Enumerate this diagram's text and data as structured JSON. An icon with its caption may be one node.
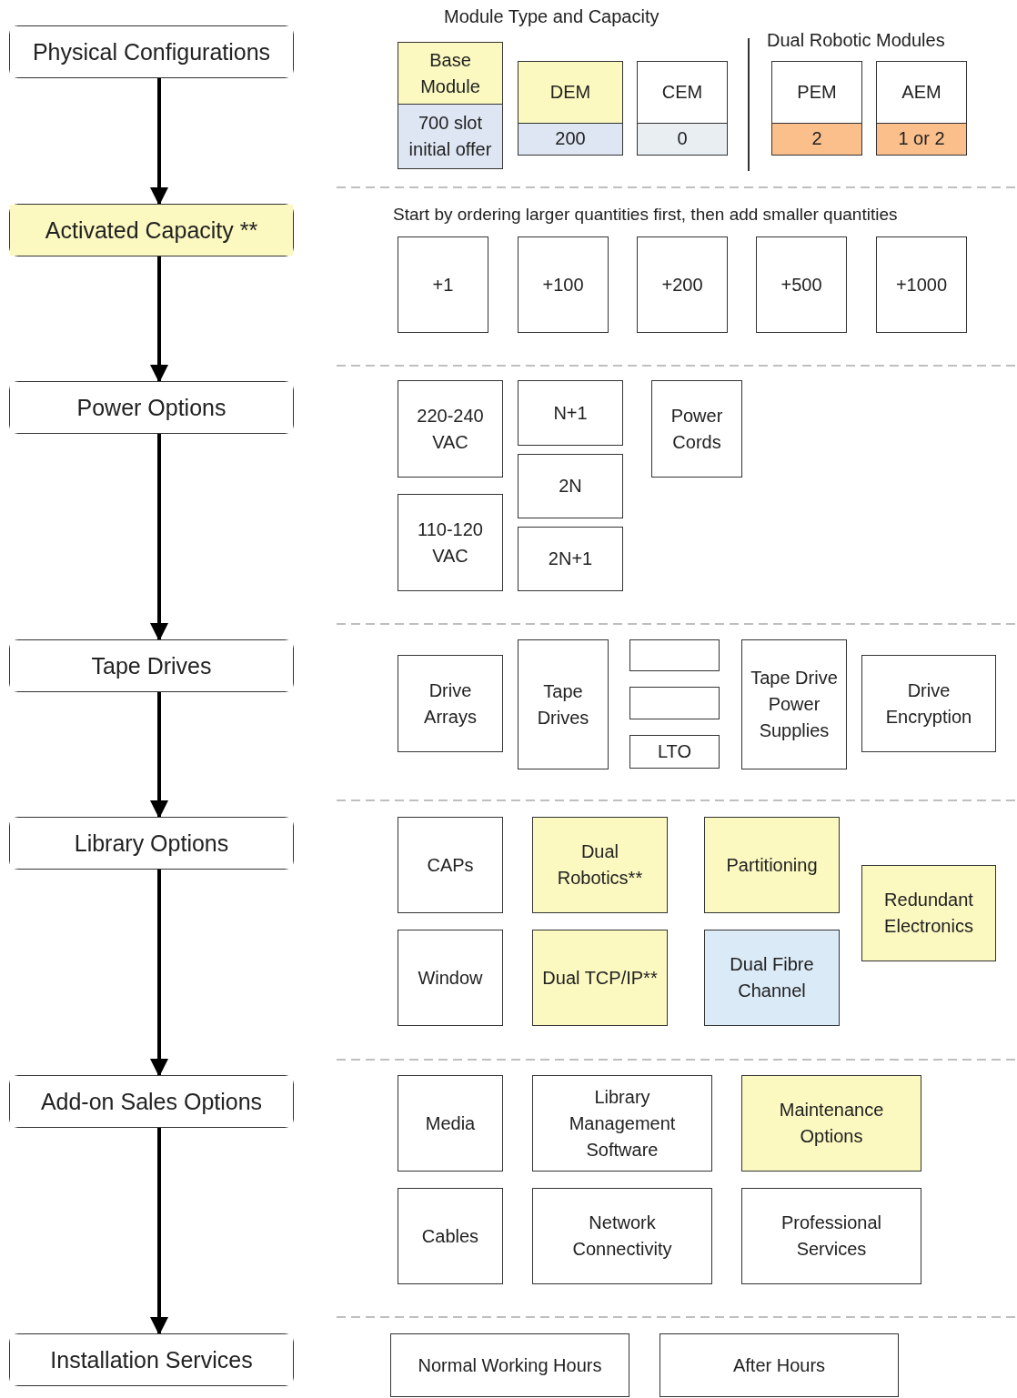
{
  "diagram": {
    "nodes": [
      {
        "text": [
          "Physical Configurations"
        ]
      },
      {
        "text": [
          "Activated Capacity **"
        ]
      },
      {
        "text": [
          "Power Options"
        ]
      },
      {
        "text": [
          "Tape Drives"
        ]
      },
      {
        "text": [
          "Library Options"
        ]
      },
      {
        "text": [
          "Add-on Sales Options"
        ]
      },
      {
        "text": [
          "Installation Services"
        ]
      },
      {
        "text": [
          "Base Module",
          "700 slot initial offer"
        ]
      },
      {
        "text": [
          "DEM",
          "200"
        ]
      },
      {
        "text": [
          "CEM",
          "0"
        ]
      },
      {
        "text": [
          "PEM",
          "2"
        ]
      },
      {
        "text": [
          "AEM",
          "1 or 2"
        ]
      },
      {
        "text": [
          "+1"
        ]
      },
      {
        "text": [
          "+100"
        ]
      },
      {
        "text": [
          "+200"
        ]
      },
      {
        "text": [
          "+500"
        ]
      },
      {
        "text": [
          "+1000"
        ]
      },
      {
        "text": [
          "220-240 VAC"
        ]
      },
      {
        "text": [
          "N+1"
        ]
      },
      {
        "text": [
          "Power Cords"
        ]
      },
      {
        "text": [
          "2N"
        ]
      },
      {
        "text": [
          "110-120 VAC"
        ]
      },
      {
        "text": [
          "2N+1"
        ]
      },
      {
        "text": [
          "Drive Arrays"
        ]
      },
      {
        "text": [
          "Tape Drives"
        ]
      },
      {
        "text": [],
        "shape": "box"
      },
      {
        "text": [],
        "shape": "box"
      },
      {
        "text": [
          "LTO"
        ]
      },
      {
        "text": [
          "Tape Drive Power Supplies"
        ]
      },
      {
        "text": [
          "Drive Encryption"
        ]
      },
      {
        "text": [
          "CAPs"
        ]
      },
      {
        "text": [
          "Dual Robotics**"
        ]
      },
      {
        "text": [
          "Partitioning"
        ]
      },
      {
        "text": [
          "Redundant Electronics"
        ]
      },
      {
        "text": [
          "Window"
        ]
      },
      {
        "text": [
          "Dual TCP/IP**"
        ]
      },
      {
        "text": [
          "Dual Fibre Channel"
        ]
      },
      {
        "text": [
          "Media"
        ]
      },
      {
        "text": [
          "Library Management Software"
        ]
      },
      {
        "text": [
          "Maintenance Options"
        ]
      },
      {
        "text": [
          "Cables"
        ]
      },
      {
        "text": [
          "Network Connectivity"
        ]
      },
      {
        "text": [
          "Professional Services"
        ]
      },
      {
        "text": [
          "Normal Working Hours"
        ]
      },
      {
        "text": [
          "After Hours"
        ]
      }
    ],
    "edges": [
      {
        "from": 0,
        "to": 1,
        "arrow": "to"
      },
      {
        "from": 1,
        "to": 2,
        "arrow": "to"
      },
      {
        "from": 2,
        "to": 3,
        "arrow": "to"
      },
      {
        "from": 3,
        "to": 4,
        "arrow": "to"
      },
      {
        "from": 4,
        "to": 5,
        "arrow": "to"
      },
      {
        "from": 5,
        "to": 6,
        "arrow": "to"
      }
    ],
    "labels": [
      "Module Type and Capacity",
      "Dual Robotic Modules",
      "Start by ordering larger quantities first, then add smaller quantities"
    ]
  }
}
